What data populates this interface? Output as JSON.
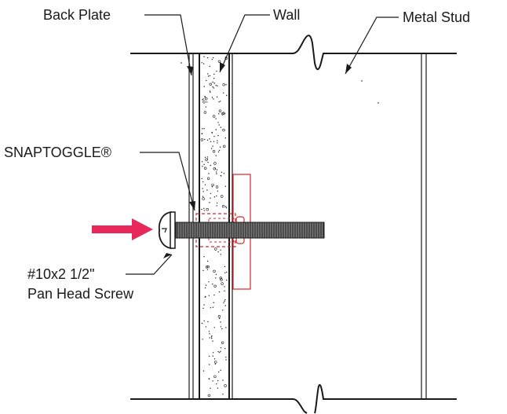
{
  "labels": {
    "back_plate": "Back Plate",
    "wall": "Wall",
    "metal_stud": "Metal Stud",
    "snaptoggle": "SNAPTOGGLE®",
    "screw_line1": "#10x2 1/2\"",
    "screw_line2": "Pan Head Screw"
  },
  "colors": {
    "line": "#1a1a1a",
    "toggle_red": "#d6262b",
    "arrow": "#e8285a"
  }
}
